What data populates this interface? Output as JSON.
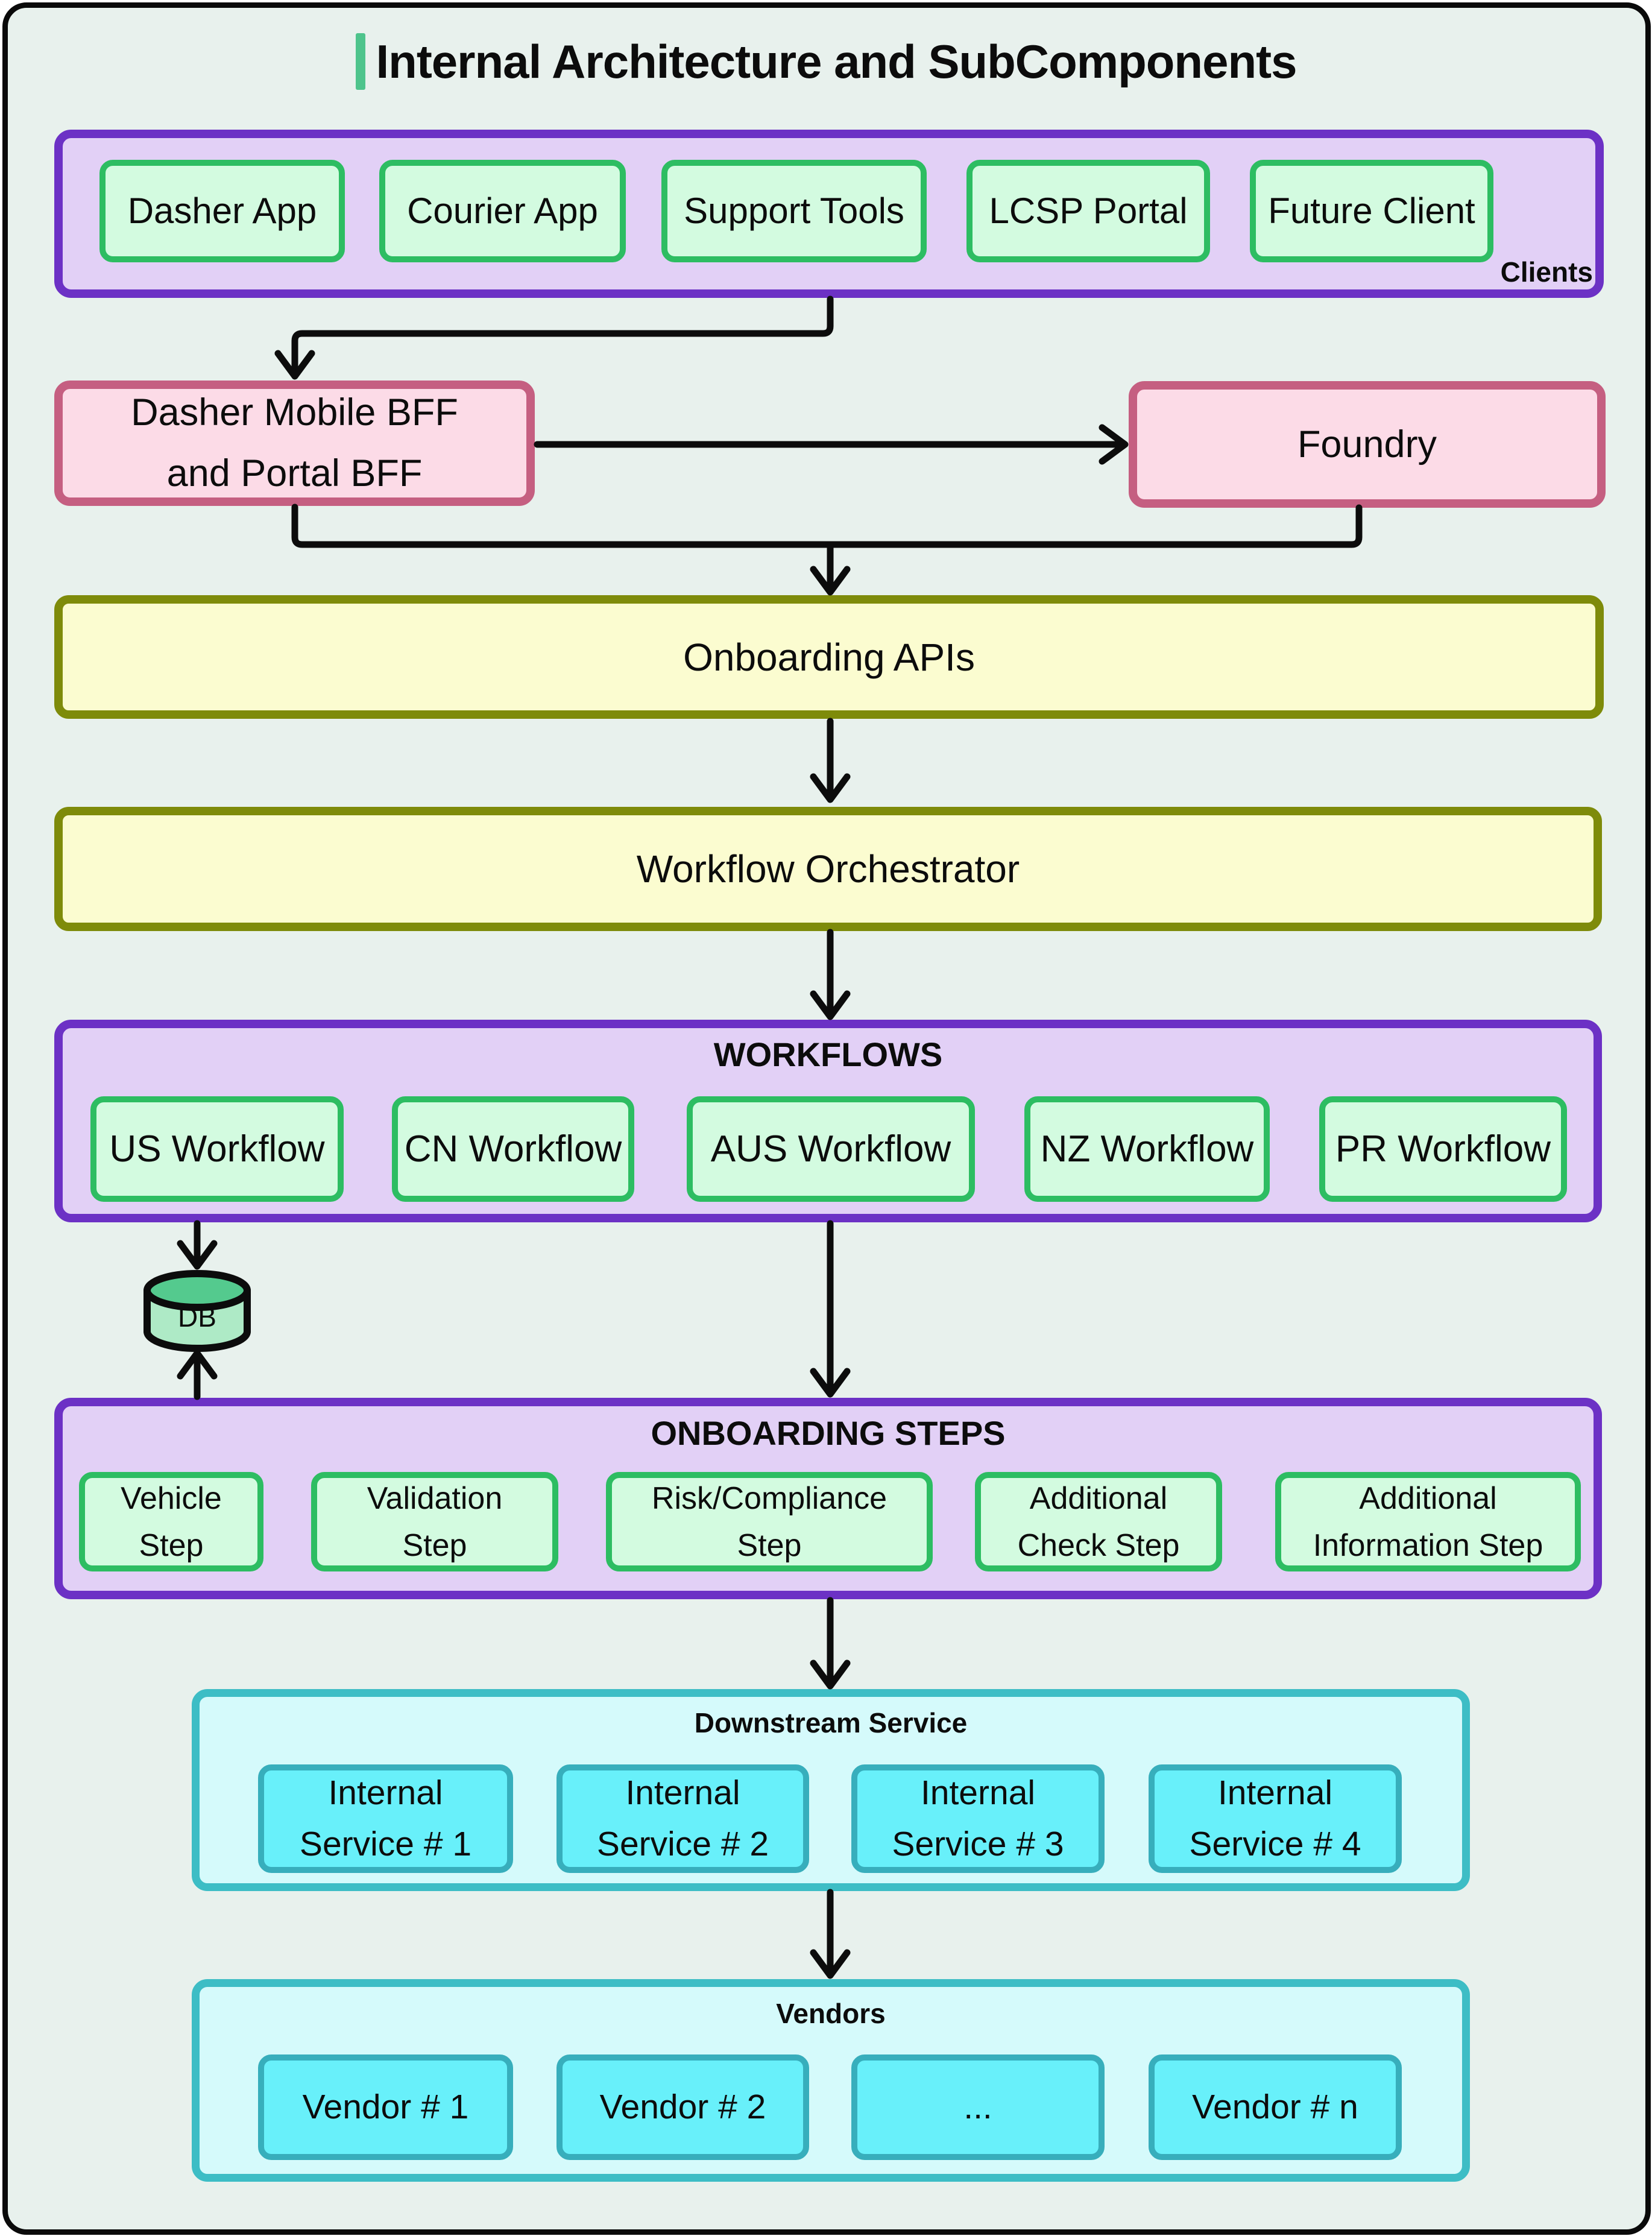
{
  "title": "Internal Architecture and SubComponents",
  "colors": {
    "background": "#e8f1ed",
    "purple_border": "#6c31c5",
    "purple_fill": "#e2d0f6",
    "green_border": "#2dbd62",
    "green_fill": "#d3fbe0",
    "pink_border": "#c55f81",
    "pink_fill": "#fcdbe7",
    "yellow_border": "#7e8b0a",
    "yellow_fill": "#fbfcd0",
    "teal_border": "#3dbdc5",
    "teal_fill": "#d5fafb",
    "cyan_node_fill": "#68f0fa",
    "cyan_node_border": "#37aebc",
    "title_accent": "#4ec48c",
    "db_top": "#54ca8e",
    "db_body": "#aeeac6",
    "line": "#0c0c0c"
  },
  "clients": {
    "label": "Clients",
    "items": [
      "Dasher App",
      "Courier App",
      "Support Tools",
      "LCSP Portal",
      "Future Client"
    ]
  },
  "bff": {
    "lines": [
      "Dasher Mobile BFF",
      "and Portal BFF"
    ]
  },
  "foundry": {
    "label": "Foundry"
  },
  "onboarding_apis": {
    "label": "Onboarding APIs"
  },
  "workflow_orchestrator": {
    "label": "Workflow Orchestrator"
  },
  "workflows": {
    "label": "WORKFLOWS",
    "items": [
      "US Workflow",
      "CN Workflow",
      "AUS Workflow",
      "NZ Workflow",
      "PR Workflow"
    ]
  },
  "db": {
    "label": "DB"
  },
  "onboarding_steps": {
    "label": "ONBOARDING STEPS",
    "items": [
      {
        "line1": "Vehicle",
        "line2": "Step"
      },
      {
        "line1": "Validation",
        "line2": "Step"
      },
      {
        "line1": "Risk/Compliance",
        "line2": "Step"
      },
      {
        "line1": "Additional",
        "line2": "Check Step"
      },
      {
        "line1": "Additional",
        "line2": "Information Step"
      }
    ]
  },
  "downstream": {
    "label": "Downstream Service",
    "items": [
      {
        "line1": "Internal",
        "line2": "Service # 1"
      },
      {
        "line1": "Internal",
        "line2": "Service # 2"
      },
      {
        "line1": "Internal",
        "line2": "Service # 3"
      },
      {
        "line1": "Internal",
        "line2": "Service # 4"
      }
    ]
  },
  "vendors": {
    "label": "Vendors",
    "items": [
      "Vendor # 1",
      "Vendor # 2",
      "...",
      "Vendor # n"
    ]
  }
}
